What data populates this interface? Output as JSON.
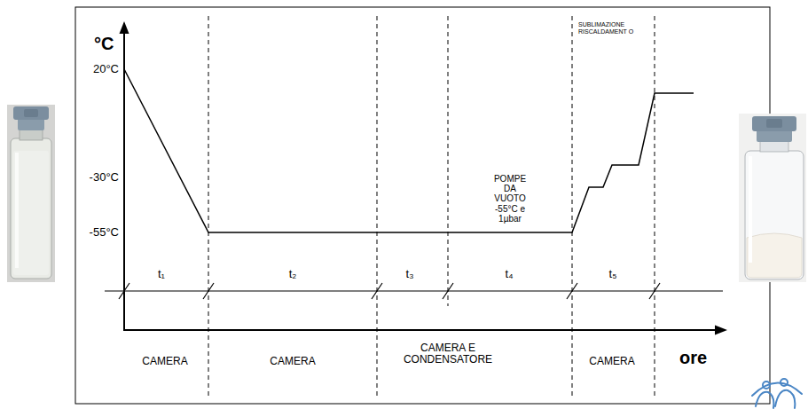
{
  "diagram": {
    "labels": [
      "°C",
      "20°C",
      "-30°C",
      "-55°C",
      "SUBLIMAZIONE RISCALDAMENT O",
      "POMPE DA VUOTO -55°C e 1µbar",
      "t₁",
      "t₂",
      "t₃",
      "t₄",
      "t₅",
      "CAMERA",
      "CAMERA",
      "CAMERA E CONDENSATORE",
      "CAMERA",
      "ore"
    ]
  }
}
